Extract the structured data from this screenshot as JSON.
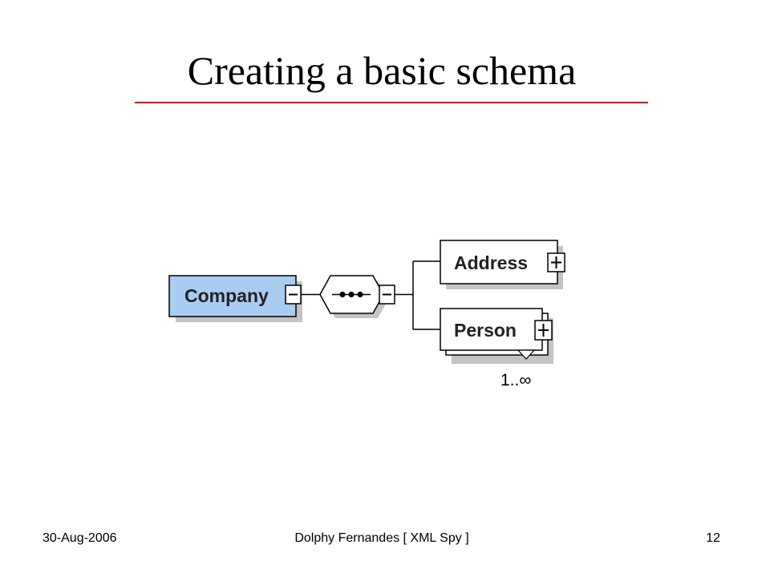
{
  "slide": {
    "title": "Creating a basic schema"
  },
  "diagram": {
    "root_element": {
      "label": "Company",
      "expander": "minus",
      "fill": "#a9cdf0"
    },
    "compositor": {
      "kind": "sequence",
      "expander": "minus"
    },
    "children": [
      {
        "label": "Address",
        "expander": "plus",
        "multiple": false,
        "occurrence": ""
      },
      {
        "label": "Person",
        "expander": "plus",
        "multiple": true,
        "occurrence": "1..∞"
      }
    ]
  },
  "footer": {
    "date": "30-Aug-2006",
    "center": "Dolphy Fernandes [ XML Spy ]",
    "page": "12"
  },
  "colors": {
    "title_rule": "#cc0000",
    "box_border": "#000000",
    "shadow": "#b8b8b8",
    "root_fill": "#a9cdf0"
  }
}
